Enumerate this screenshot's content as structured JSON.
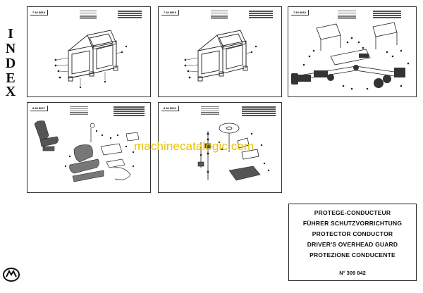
{
  "index_letters": [
    "I",
    "N",
    "D",
    "E",
    "X"
  ],
  "watermark": "machinecatalogic.com",
  "panels": [
    {
      "code": "7 84 8818"
    },
    {
      "code": "7 84 8819"
    },
    {
      "code": "7 84 8818"
    },
    {
      "code": "8 84 8027"
    },
    {
      "code": "8 84 8031"
    }
  ],
  "title_block": {
    "lines": [
      "PROTEGE-CONDUCTEUR",
      "FÜHRER SCHUTZVORRICHTUNG",
      "PROTECTOR CONDUCTOR",
      "DRIVER'S OVERHEAD GUARD",
      "PROTEZIONE CONDUCENTE"
    ],
    "reference": "N° 309 842"
  },
  "logo_icon": "manitou-logo-icon"
}
